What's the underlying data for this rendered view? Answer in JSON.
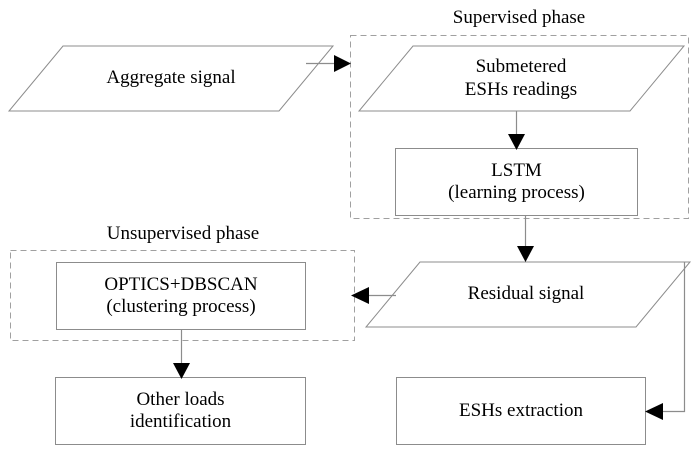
{
  "diagram": {
    "title_supervised": "Supervised phase",
    "title_unsupervised": "Unsupervised phase",
    "stroke_color": "#808080",
    "arrow_color": "#000000",
    "text_color": "#000000",
    "background": "#ffffff",
    "dashed_color": "#a0a0a0"
  },
  "nodes": {
    "aggregate_signal": {
      "label": "Aggregate signal",
      "shape": "parallelogram"
    },
    "submetered": {
      "line1": "Submetered",
      "line2": "ESHs readings",
      "shape": "parallelogram"
    },
    "lstm": {
      "line1": "LSTM",
      "line2": "(learning process)",
      "shape": "rectangle"
    },
    "residual_signal": {
      "label": "Residual signal",
      "shape": "parallelogram"
    },
    "optics_dbscan": {
      "line1": "OPTICS+DBSCAN",
      "line2": "(clustering process)",
      "shape": "rectangle"
    },
    "other_loads": {
      "line1": "Other loads",
      "line2": "identification",
      "shape": "rectangle"
    },
    "eshs_extraction": {
      "label": "ESHs extraction",
      "shape": "rectangle"
    }
  },
  "edges": [
    {
      "from": "aggregate_signal",
      "to": "submetered",
      "direction": "right"
    },
    {
      "from": "submetered",
      "to": "lstm",
      "direction": "down"
    },
    {
      "from": "lstm",
      "to": "residual_signal",
      "direction": "down"
    },
    {
      "from": "residual_signal",
      "to": "optics_dbscan",
      "direction": "left"
    },
    {
      "from": "residual_signal",
      "to": "eshs_extraction",
      "direction": "down-left"
    },
    {
      "from": "optics_dbscan",
      "to": "other_loads",
      "direction": "down"
    }
  ]
}
